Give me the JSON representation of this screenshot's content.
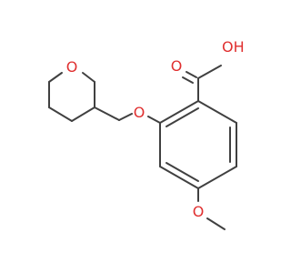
{
  "molecule": {
    "atoms": {
      "carboxyl_oh": "OH",
      "carboxyl_o": "O",
      "ether_o": "O",
      "methoxy_o": "O",
      "ring_o": "O"
    },
    "colors": {
      "bond": "#404040",
      "oxygen": "#e03030",
      "background": "#ffffff"
    }
  }
}
